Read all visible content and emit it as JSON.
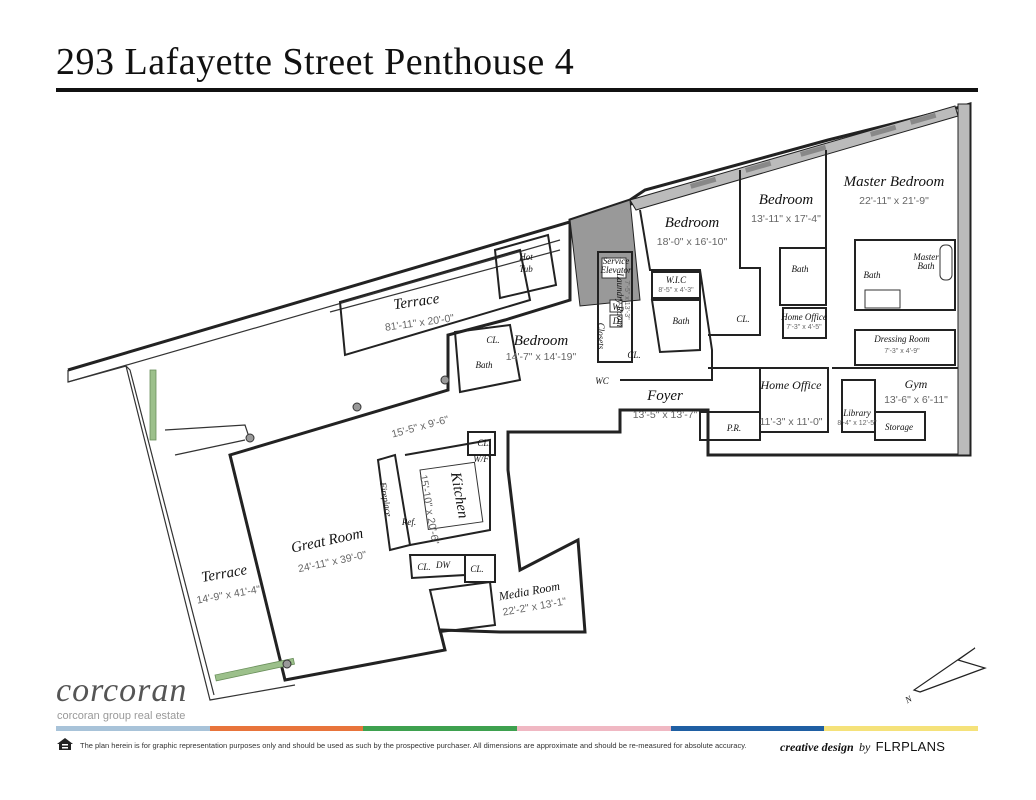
{
  "title": "293 Lafayette Street Penthouse 4",
  "rooms": [
    {
      "name": "Master Bedroom",
      "dim": "22'-11\" x 21'-9\""
    },
    {
      "name": "Bedroom",
      "dim": "13'-11\" x 17'-4\""
    },
    {
      "name": "Bedroom",
      "dim": "18'-0\" x 16'-10\""
    },
    {
      "name": "Bedroom",
      "dim": "14'-7\" x 14'-19\""
    },
    {
      "name": "Terrace",
      "dim": "81'-11\" x 20'-0\""
    },
    {
      "name": "Terrace",
      "dim": "14'-9\" x 41'-4\""
    },
    {
      "name": "Great Room",
      "dim": "24'-11\" x 39'-0\""
    },
    {
      "name": "Kitchen",
      "dim": "15'-10\" x 20'-6\""
    },
    {
      "name": "Media Room",
      "dim": "22'-2\" x 13'-1\""
    },
    {
      "name": "Foyer",
      "dim": "13'-5\" x 13'-7\""
    },
    {
      "name": "Home Office",
      "dim": "11'-3\" x 11'-0\""
    },
    {
      "name": "Gym",
      "dim": "13'-6\" x 6'-11\""
    },
    {
      "name": "Dressing Room",
      "dim": "7'-3\" x 4'-9\""
    },
    {
      "name": "Library",
      "dim": "8'-4\" x 12'-5\""
    },
    {
      "name": "W.I.C",
      "dim": "8'-5\" x 4'-3\""
    },
    {
      "name": "Laundry Room",
      "dim": "7'-5\" x 13'-3\""
    },
    {
      "name": "Home Office",
      "dim": "7'-3\" x 4'-5\""
    }
  ],
  "gallery_dim": "15'-5\" x 9'-6\"",
  "labels": {
    "hot_tub_1": "Hot",
    "hot_tub_2": "Tub",
    "service_elevator_1": "Service",
    "service_elevator_2": "Elevator",
    "closets": "Closets",
    "bath": "Bath",
    "master_bath_1": "Master",
    "master_bath_2": "Bath",
    "storage": "Storage",
    "pr": "P.R.",
    "cl": "CL.",
    "w": "W",
    "d": "D",
    "wc": "WC",
    "fireplace": "Fireplace",
    "ref": "Ref.",
    "dw": "DW",
    "wf": "W/F",
    "north": "N"
  },
  "brand": {
    "logo": "corcoran",
    "subtitle": "corcoran group real estate"
  },
  "color_bar": [
    "#a8c3d9",
    "#e8743b",
    "#3ea14f",
    "#f0b8c3",
    "#1f5fa3",
    "#f5e27a"
  ],
  "disclaimer": "The plan herein is for graphic representation purposes only and should be used as such by the prospective purchaser. All dimensions are approximate and should be re-measured for absolute accuracy.",
  "credit": {
    "prefix": "creative design",
    "by": "by",
    "brand": "FLRPLANS"
  }
}
